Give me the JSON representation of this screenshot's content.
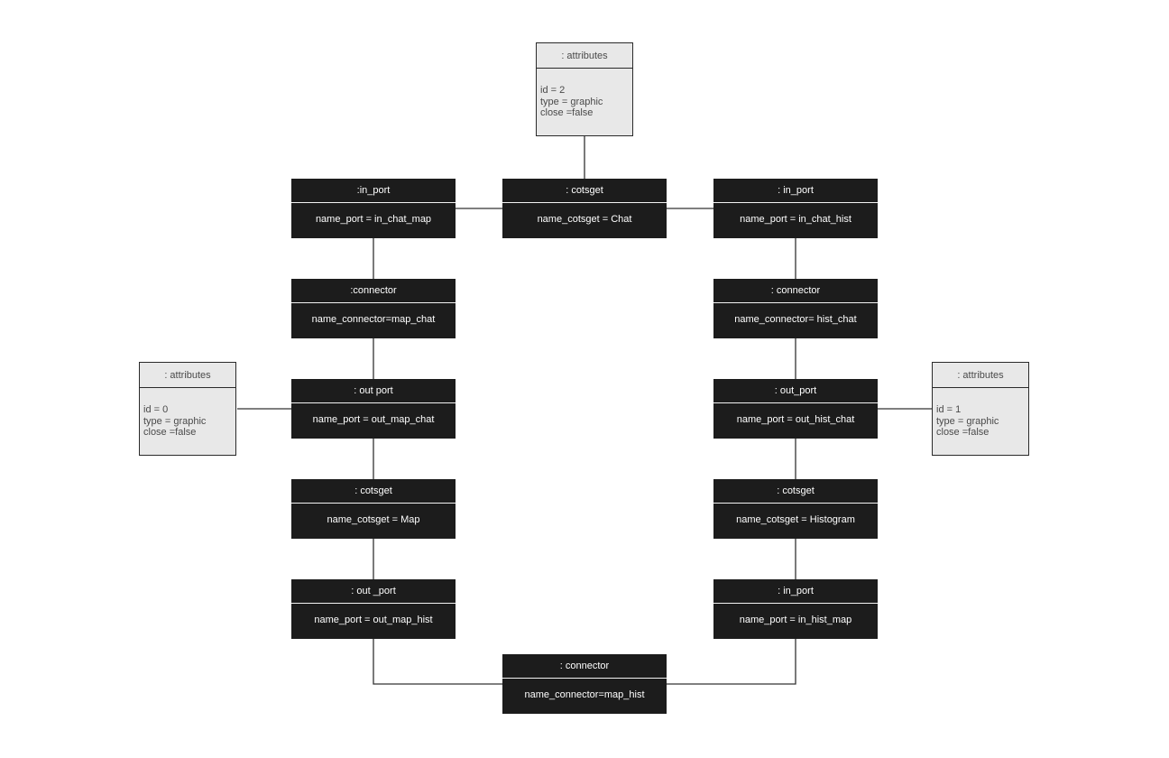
{
  "diagram": {
    "attributes_top": {
      "title": ": attributes",
      "lines": [
        "id = 2",
        "type = graphic",
        "close =false"
      ]
    },
    "attributes_left": {
      "title": ": attributes",
      "lines": [
        "id = 0",
        "type = graphic",
        "close =false"
      ]
    },
    "attributes_right": {
      "title": ": attributes",
      "lines": [
        "id = 1",
        "type = graphic",
        "close =false"
      ]
    },
    "in_port_chat_map": {
      "title": ":in_port",
      "value": "name_port = in_chat_map"
    },
    "cotsget_chat": {
      "title": ": cotsget",
      "value": "name_cotsget = Chat"
    },
    "in_port_chat_hist": {
      "title": ": in_port",
      "value": "name_port = in_chat_hist"
    },
    "connector_map_chat": {
      "title": ":connector",
      "value": "name_connector=map_chat"
    },
    "connector_hist_chat": {
      "title": ": connector",
      "value": "name_connector= hist_chat"
    },
    "out_port_map_chat": {
      "title": ": out port",
      "value": "name_port = out_map_chat"
    },
    "out_port_hist_chat": {
      "title": ": out_port",
      "value": "name_port = out_hist_chat"
    },
    "cotsget_map": {
      "title": ": cotsget",
      "value": "name_cotsget = Map"
    },
    "cotsget_histogram": {
      "title": ": cotsget",
      "value": "name_cotsget = Histogram"
    },
    "out_port_map_hist": {
      "title": ": out _port",
      "value": "name_port = out_map_hist"
    },
    "in_port_hist_map": {
      "title": ": in_port",
      "value": "name_port = in_hist_map"
    },
    "connector_map_hist": {
      "title": ": connector",
      "value": "name_connector=map_hist"
    }
  }
}
